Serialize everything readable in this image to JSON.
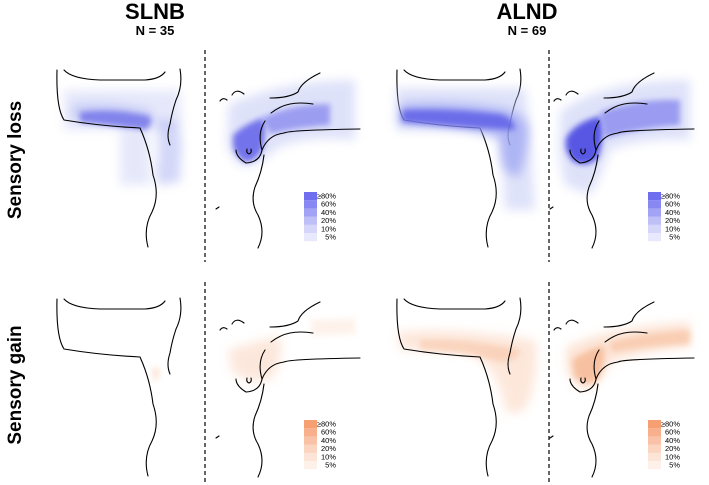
{
  "figure": {
    "groups": [
      {
        "name": "SLNB",
        "n_label": "N = 35"
      },
      {
        "name": "ALND",
        "n_label": "N = 69"
      }
    ],
    "rows": [
      {
        "label": "Sensory loss",
        "color": "#6666ee"
      },
      {
        "label": "Sensory gain",
        "color": "#f59a6a"
      }
    ],
    "legend_levels": [
      "≥80%",
      "60%",
      "40%",
      "20%",
      "10%",
      "5%"
    ],
    "views": [
      "back",
      "front"
    ]
  }
}
